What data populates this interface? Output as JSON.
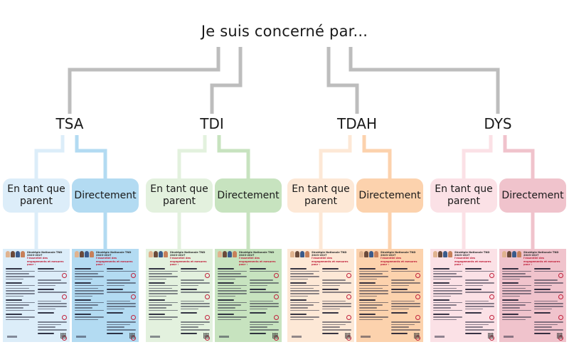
{
  "title": "Je suis concerné par...",
  "categories": [
    {
      "label": "TSA",
      "colors": {
        "light": "#dcedf9",
        "strong": "#b3dbf2"
      },
      "options": [
        "En tant que parent",
        "Directement"
      ]
    },
    {
      "label": "TDI",
      "colors": {
        "light": "#e3f1de",
        "strong": "#c7e3bf"
      },
      "options": [
        "En tant que parent",
        "Directement"
      ]
    },
    {
      "label": "TDAH",
      "colors": {
        "light": "#fde8d6",
        "strong": "#fcd2ad"
      },
      "options": [
        "En tant que parent",
        "Directement"
      ]
    },
    {
      "label": "DYS",
      "colors": {
        "light": "#fbe1e6",
        "strong": "#f0c3cc"
      },
      "options": [
        "En tant que parent",
        "Directement"
      ]
    }
  ],
  "connector_color": "#bdbdbd",
  "document": {
    "strategy": "Stratégie Nationale TND 2023-2027",
    "heading": "l'essentiel des engagements et mesures pour :"
  }
}
